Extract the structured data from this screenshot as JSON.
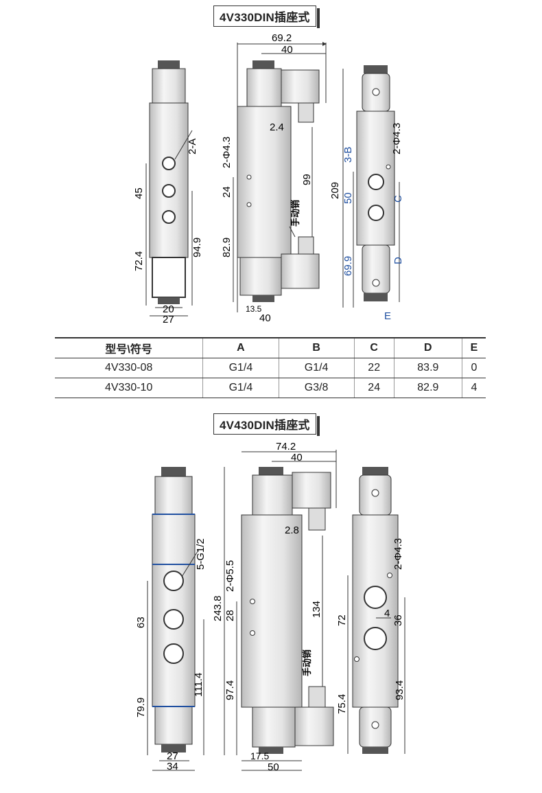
{
  "section1": {
    "title": "4V330DIN插座式",
    "left_view": {
      "d_2A": "2-A",
      "d_45": "45",
      "d_72_4": "72.4",
      "d_94_9": "94.9",
      "d_20": "20",
      "d_27": "27"
    },
    "mid_view": {
      "d_69_2": "69.2",
      "d_40_top": "40",
      "d_2_4": "2.4",
      "d_2phi": "2-Φ4.3",
      "d_24": "24",
      "d_99": "99",
      "manual": "手动销",
      "d_82_9": "82.9",
      "d_13_5": "13.5",
      "d_40_bot": "40"
    },
    "right_view": {
      "d_209": "209",
      "d_3B": "3-B",
      "d_2phi": "2-Φ4.3",
      "d_50": "50",
      "d_C": "C",
      "d_69_9": "69.9",
      "d_D": "D",
      "d_E": "E"
    }
  },
  "table": {
    "headers": [
      "型号\\符号",
      "A",
      "B",
      "C",
      "D",
      "E"
    ],
    "rows": [
      [
        "4V330-08",
        "G1/4",
        "G1/4",
        "22",
        "83.9",
        "0"
      ],
      [
        "4V330-10",
        "G1/4",
        "G3/8",
        "24",
        "82.9",
        "4"
      ]
    ]
  },
  "section2": {
    "title": "4V430DIN插座式",
    "left_view": {
      "d_5G": "5-G1/2",
      "d_63": "63",
      "d_79_9": "79.9",
      "d_111_4": "111.4",
      "d_27": "27",
      "d_34": "34"
    },
    "mid_view": {
      "d_74_2": "74.2",
      "d_40_top": "40",
      "d_2_8": "2.8",
      "d_2phi": "2-Φ5.5",
      "d_243_8": "243.8",
      "d_28": "28",
      "d_134": "134",
      "manual": "手动销",
      "d_97_4": "97.4",
      "d_17_5": "17.5",
      "d_50": "50"
    },
    "right_view": {
      "d_2phi": "2-Φ4.3",
      "d_4": "4",
      "d_72": "72",
      "d_36": "36",
      "d_75_4": "75.4",
      "d_93_4": "93.4"
    }
  },
  "colors": {
    "line": "#333333",
    "body_light": "#e9e9e9",
    "body_dark": "#c8c8c8",
    "accent_blue": "#1f4fa0"
  }
}
